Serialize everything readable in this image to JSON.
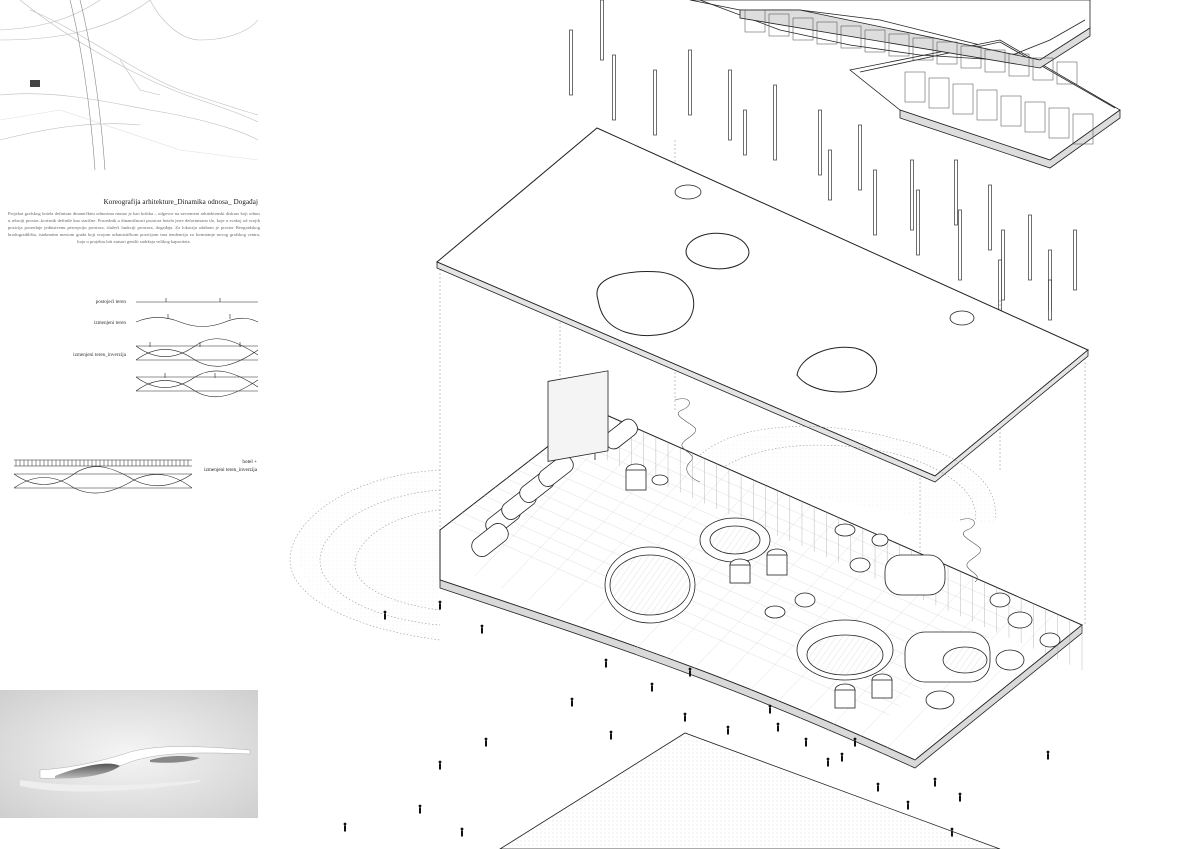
{
  "panel": {
    "title": "Koreografija arhitekture_Dinamika odnosa_ Događaj",
    "body": "Projekat grafskog hotela definisan dinamičkim odnosima nastao je kao kritika – odgovor na savremeni arhitektonski diskurs koji odnos u relaciji prostor–korisnik definiše kao statične. Posrednik u dinamičnosti prostora hotela jeste deformisano tlo, koje u svakoj od svojih pozicija posreduje jedinstvenu percepciju prostora, služeći funkciji prostora, događaja. Za lokaciju odabran je prostor Beogradskog brodogradilišta, istaknutim mestom grada koji svojom urbanističkom pozicijom ima tendenciju za formiranje novog grafskog centra, koja u projektu biti autsari gentlit sadržaja velikog kapaciteta."
  },
  "diagram_labels": {
    "existing_terrain": "postojeći teren",
    "modified_terrain": "izmenjeni teren",
    "modified_terrain_inversion": "izmenjeni teren_inverzija",
    "hotel": "hotel +",
    "hotel_detail": "izmenjeni teren_inverzija"
  },
  "colors": {
    "line": "#222222",
    "hatch": "#999999",
    "background": "#ffffff"
  }
}
